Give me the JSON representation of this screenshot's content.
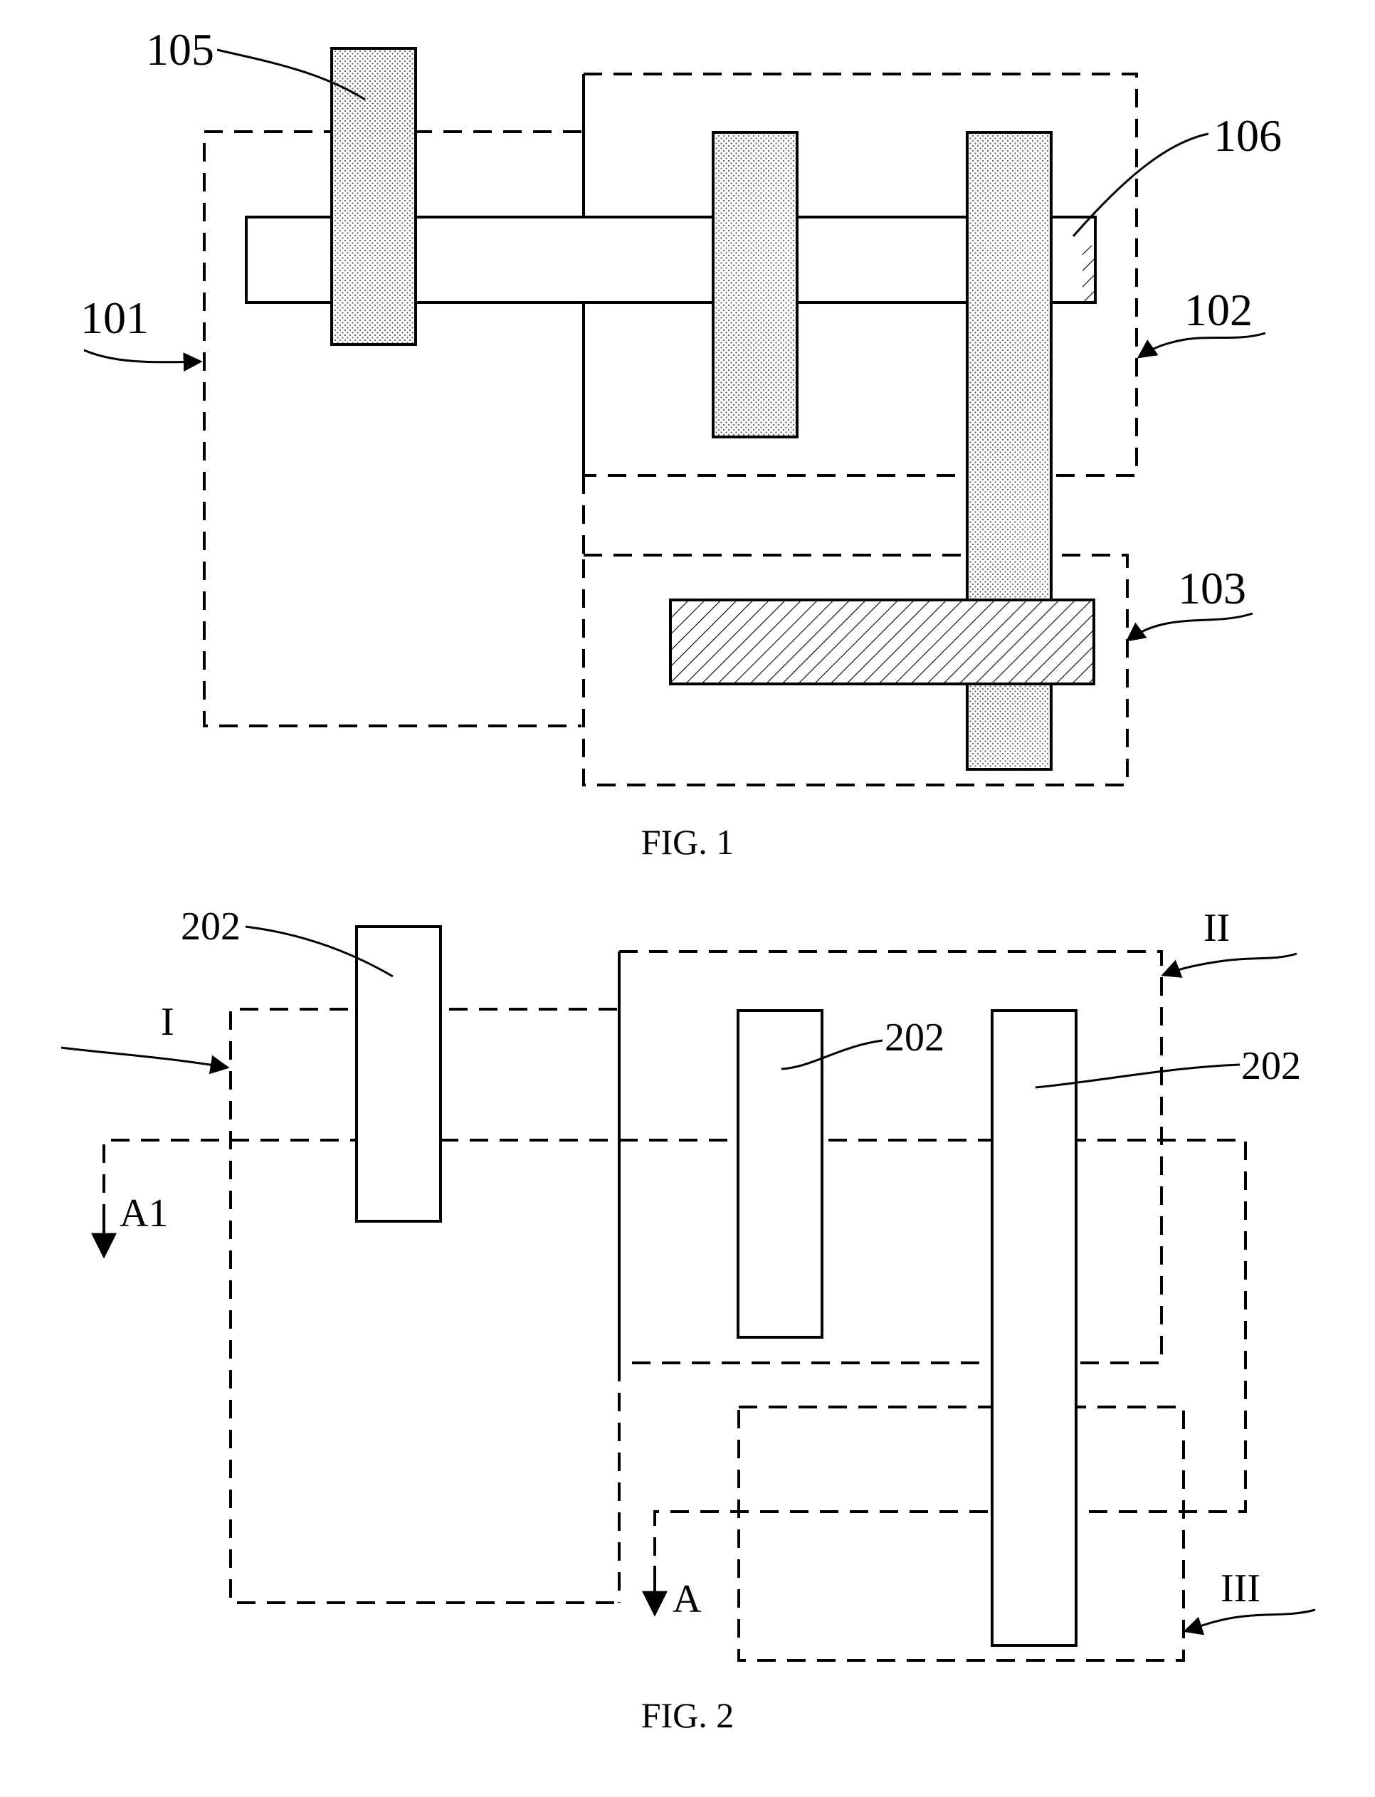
{
  "fig1": {
    "caption": "FIG. 1",
    "labels": {
      "l101": "101",
      "l102": "102",
      "l103": "103",
      "l105": "105",
      "l106": "106"
    }
  },
  "fig2": {
    "caption": "FIG. 2",
    "labels": {
      "region_1": "I",
      "region_2": "II",
      "region_3": "III",
      "gate_a": "202",
      "gate_b": "202",
      "gate_c": "202",
      "section_a1": "A1",
      "section_a": "A"
    }
  },
  "colors": {
    "stroke": "#000000",
    "dot_fill": "#dcdcdc",
    "background": "#ffffff"
  }
}
